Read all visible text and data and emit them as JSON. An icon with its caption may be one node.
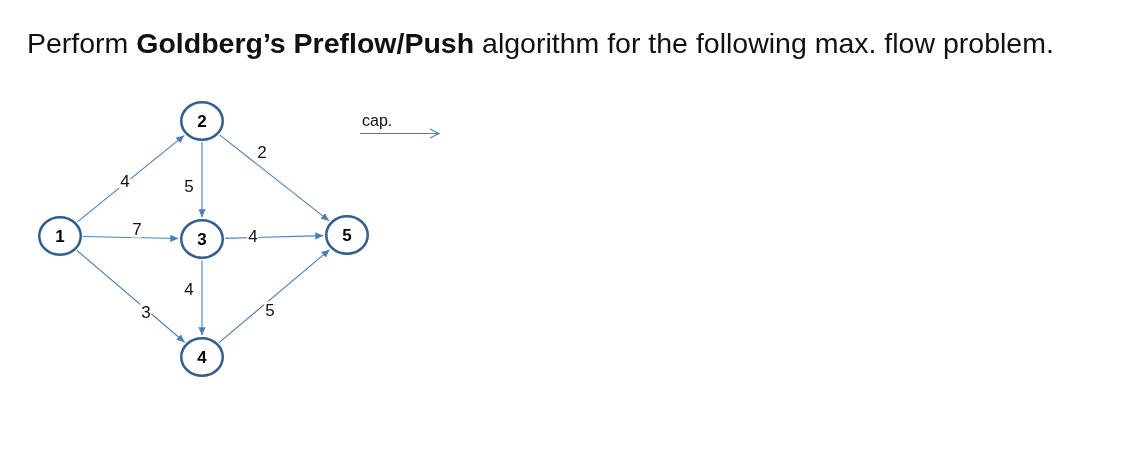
{
  "diagram": {
    "title": "Perform **Goldberg’s Preflow/Push** algorithm for the following max. flow problem.",
    "nodes": [
      {
        "text": [
          "1"
        ]
      },
      {
        "text": [
          "2"
        ]
      },
      {
        "text": [
          "3"
        ]
      },
      {
        "text": [
          "4"
        ]
      },
      {
        "text": [
          "5"
        ]
      }
    ],
    "edges": [
      {
        "from": 0,
        "to": 1,
        "arrow": "to",
        "label": "4"
      },
      {
        "from": 0,
        "to": 2,
        "arrow": "to",
        "label": "7"
      },
      {
        "from": 0,
        "to": 3,
        "arrow": "to",
        "label": "3"
      },
      {
        "from": 1,
        "to": 2,
        "arrow": "to",
        "label": "5"
      },
      {
        "from": 2,
        "to": 3,
        "arrow": "to",
        "label": "4"
      },
      {
        "from": 1,
        "to": 4,
        "arrow": "to",
        "label": "2"
      },
      {
        "from": 2,
        "to": 4,
        "arrow": "to",
        "label": "4"
      },
      {
        "from": 3,
        "to": 4,
        "arrow": "to",
        "label": "5"
      }
    ],
    "legend": [
      {
        "text": "cap."
      }
    ]
  }
}
